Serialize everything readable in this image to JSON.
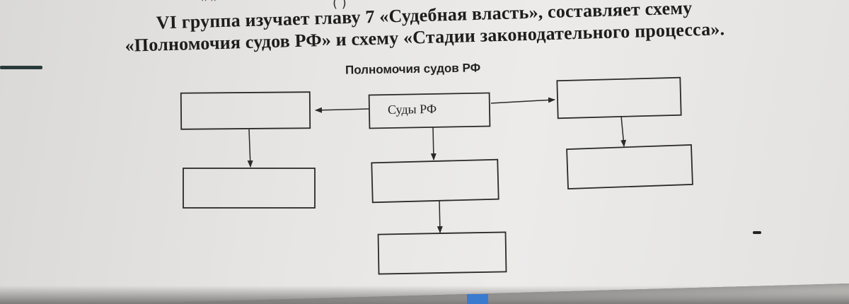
{
  "instructions": {
    "line1": "VI группа изучает главу 7 «Судебная власть», составляет схему",
    "line2": "«Полномочия судов РФ» и схему «Стадии законодательного процесса»."
  },
  "scheme": {
    "title": "Полномочия судов РФ",
    "center_box_label": "Суды РФ"
  },
  "colors": {
    "ink": "#2a2a2a",
    "paper": "#e6e5e3",
    "desk": "#8c8a88",
    "blue_accent": "#3a7bd0"
  }
}
